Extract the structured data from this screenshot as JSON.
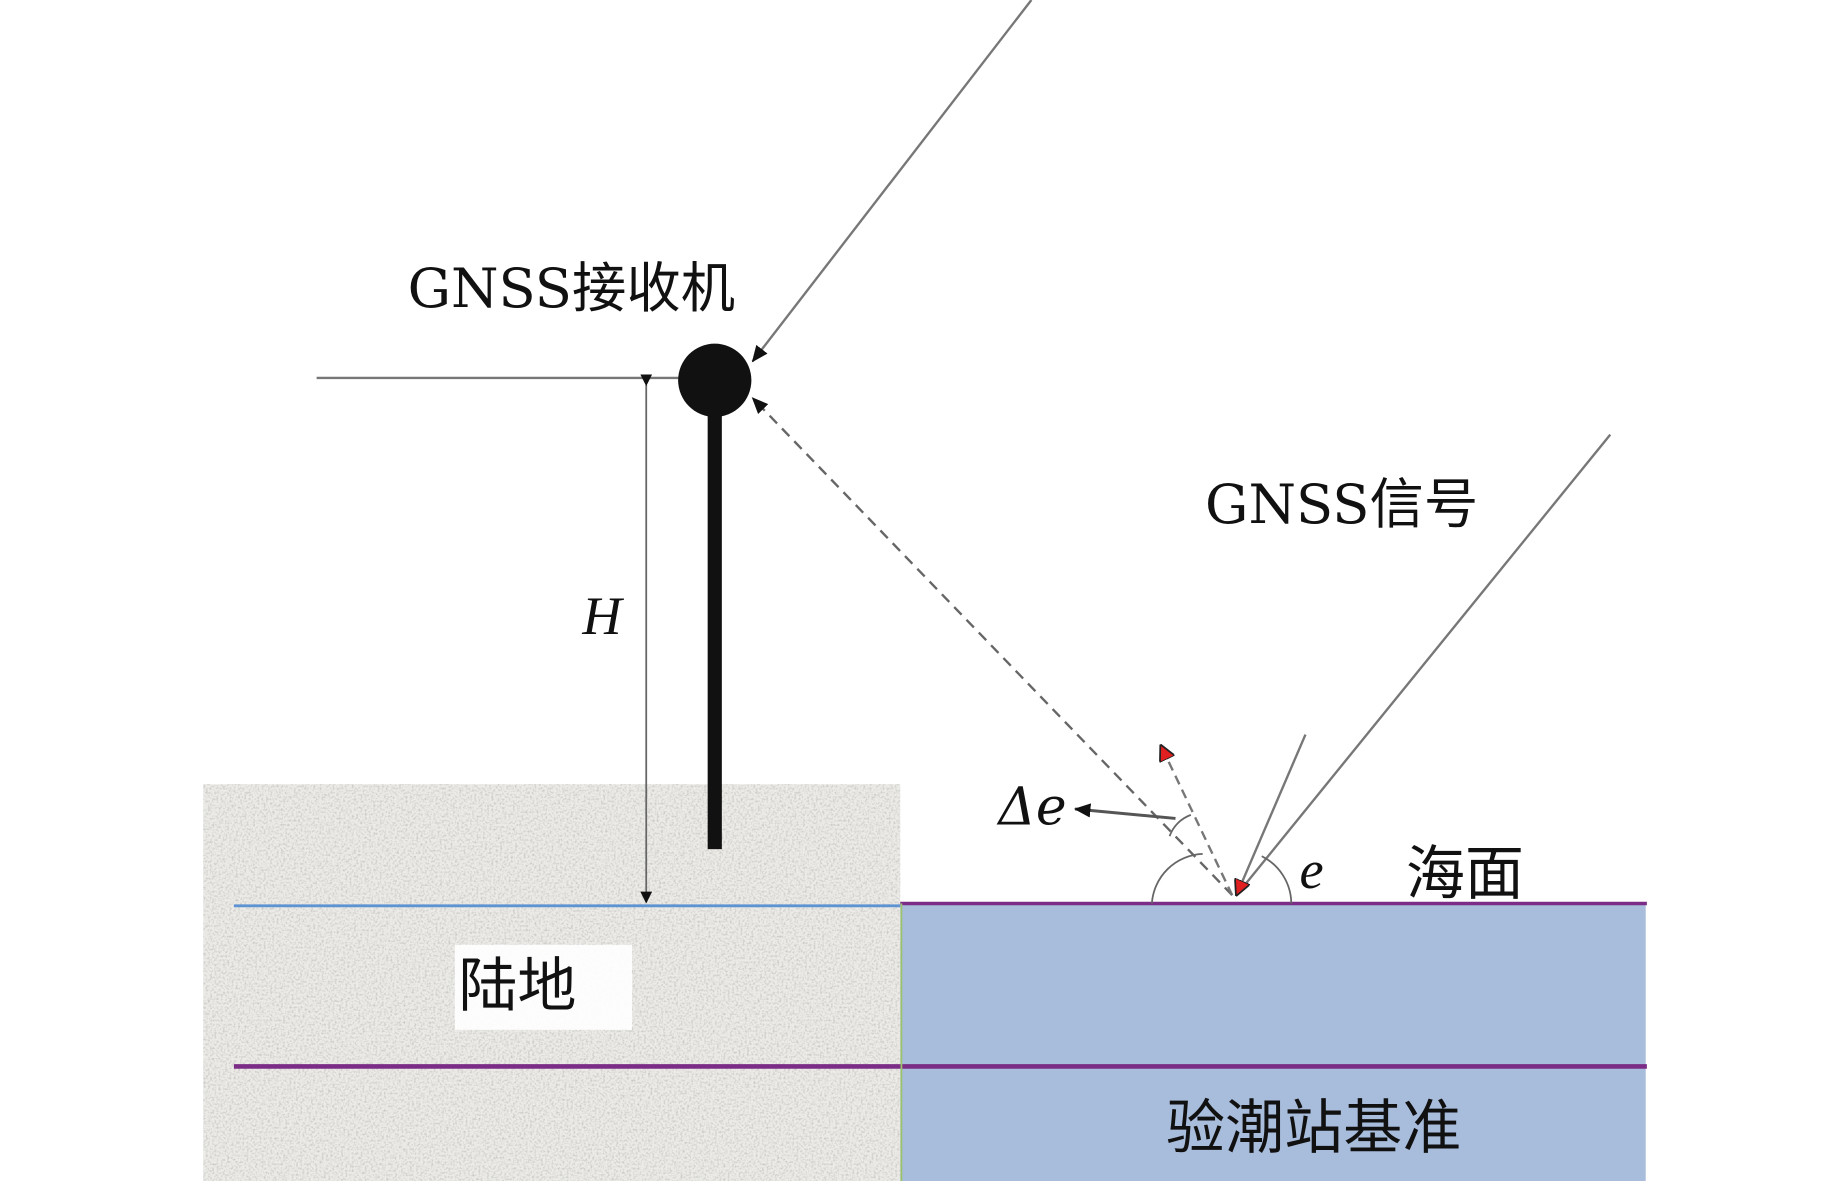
{
  "labels": {
    "receiver": "GNSS接收机",
    "signal": "GNSS信号",
    "height": "H",
    "delta_e": "Δe",
    "elevation": "e",
    "sea_surface": "海面",
    "land": "陆地",
    "tide_datum": "验潮站基准"
  },
  "colors": {
    "sea": "#a8bcdb",
    "land": "#e9e8e4",
    "datum_line": "#7b2c86",
    "land_surface_line": "#5d93d3",
    "signal_line": "#777777",
    "arrow_red": "#e02020"
  }
}
